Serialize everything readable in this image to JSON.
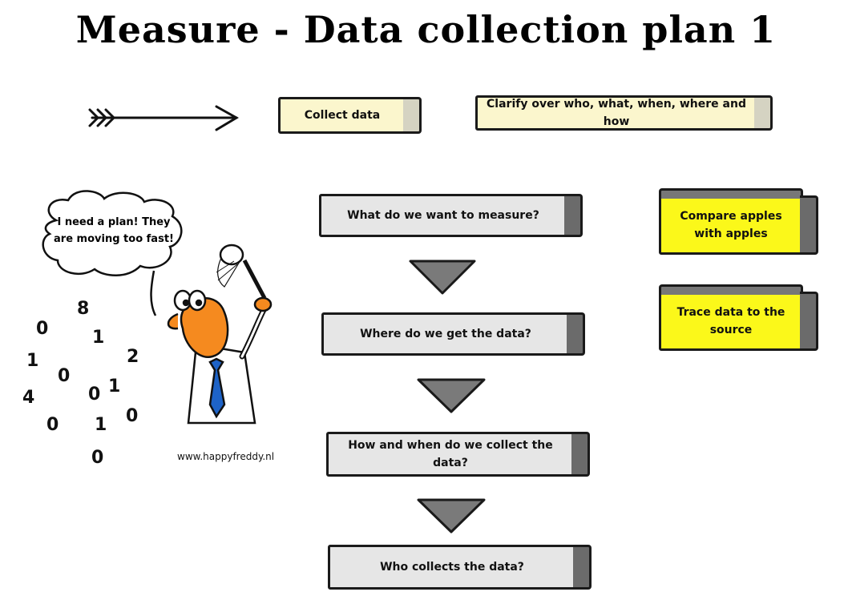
{
  "title": "Measure - Data collection plan 1",
  "header_row": {
    "collect": "Collect data",
    "clarify": "Clarify over who, what, when, where and how"
  },
  "steps": [
    "What do we want to measure?",
    "Where do we get the data?",
    "How and when do we collect the data?",
    "Who collects the data?"
  ],
  "notes": [
    "Compare apples with apples",
    "Trace data to the source"
  ],
  "speech": "I need a plan! They are moving too fast!",
  "credit": "www.happyfreddy.nl",
  "colors": {
    "cream": "#fbf6cd",
    "grey": "#e6e6e6",
    "yellow": "#fbf81a",
    "arrow": "#777777",
    "skin": "#f58a1f",
    "tie": "#1e63c7"
  }
}
